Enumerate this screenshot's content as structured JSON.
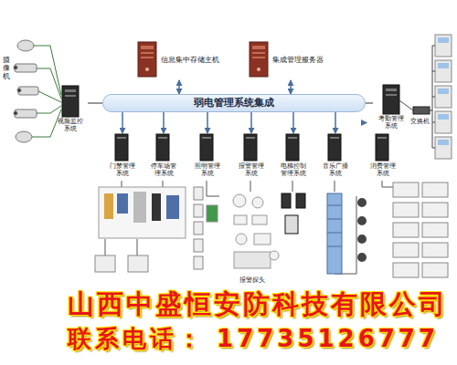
{
  "diagram": {
    "nodes": [
      {
        "text": [
          "信息集中存储主机"
        ]
      },
      {
        "text": [
          "集成管理服务器"
        ]
      },
      {
        "text": [
          "弱电管理系统集成"
        ]
      },
      {
        "text": [
          "视频监控系统"
        ]
      },
      {
        "text": [
          "考勤管理系统"
        ]
      },
      {
        "text": [
          "门禁管理系统"
        ]
      },
      {
        "text": [
          "停车场管理系统"
        ]
      },
      {
        "text": [
          "照明管理系统"
        ]
      },
      {
        "text": [
          "报警管理系统"
        ]
      },
      {
        "text": [
          "电梯控制管理系统"
        ]
      },
      {
        "text": [
          "音乐广播系统"
        ]
      },
      {
        "text": [
          "消费管理系统"
        ]
      }
    ],
    "edges": [
      {
        "from": 0,
        "to": 2,
        "arrow": "both"
      },
      {
        "from": 1,
        "to": 2,
        "arrow": "both"
      },
      {
        "from": 3,
        "to": 2,
        "arrow": "none"
      },
      {
        "from": 4,
        "to": 2,
        "arrow": "none"
      },
      {
        "from": 2,
        "to": 5,
        "arrow": "to"
      },
      {
        "from": 2,
        "to": 6,
        "arrow": "to"
      },
      {
        "from": 2,
        "to": 7,
        "arrow": "to"
      },
      {
        "from": 2,
        "to": 8,
        "arrow": "to"
      },
      {
        "from": 2,
        "to": 9,
        "arrow": "to"
      },
      {
        "from": 2,
        "to": 10,
        "arrow": "to"
      },
      {
        "from": 2,
        "to": 11,
        "arrow": "to"
      }
    ],
    "labels": [
      "摄像机",
      "交换机",
      "报警探头",
      "山西中盛恒安防科技有限公司",
      "联系电话： 17735126777"
    ]
  }
}
